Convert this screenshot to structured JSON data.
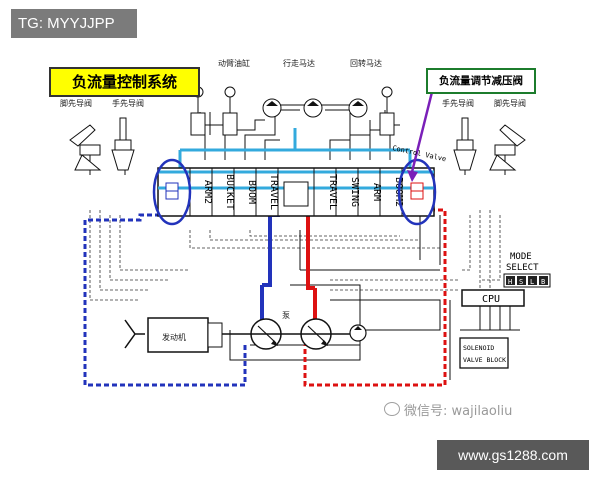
{
  "watermark_tag": "TG: MYYJJPP",
  "title": "负流量控制系统",
  "relief_valve_label": "负流量调节减压阀",
  "top_labels": {
    "boom_cylinder": "动臂油缸",
    "travel_motor": "行走马达",
    "swing_motor": "回转马达",
    "left_foot_pilot": "脚先导阀",
    "left_hand_pilot": "手先导阀",
    "right_hand_pilot": "手先导阀",
    "right_foot_pilot": "脚先导阀"
  },
  "valve_sections_left": [
    "ARM2",
    "BUCKET",
    "BOOM",
    "TRAVEL"
  ],
  "valve_sections_right": [
    "TRAVEL",
    "SWING",
    "ARM",
    "BOOM2"
  ],
  "control_valve_label": "Control Valve",
  "mode_select": {
    "label_line1": "MODE",
    "label_line2": "SELECT",
    "buttons": [
      "H",
      "S",
      "L",
      "B"
    ]
  },
  "cpu_label": "CPU",
  "solenoid_label_line1": "SOLENOID",
  "solenoid_label_line2": "VALVE BLOCK",
  "engine_label": "发动机",
  "pump_label": "泵",
  "watermark_wechat": "微信号: wajilaoliu",
  "watermark_url": "www.gs1288.com",
  "colors": {
    "blue_circuit": "#2233bb",
    "red_circuit": "#dd1111",
    "cyan_line": "#33aadd",
    "title_bg": "#ffff00",
    "relief_border": "#1c7c2c",
    "arrow": "#7a1fb8"
  }
}
